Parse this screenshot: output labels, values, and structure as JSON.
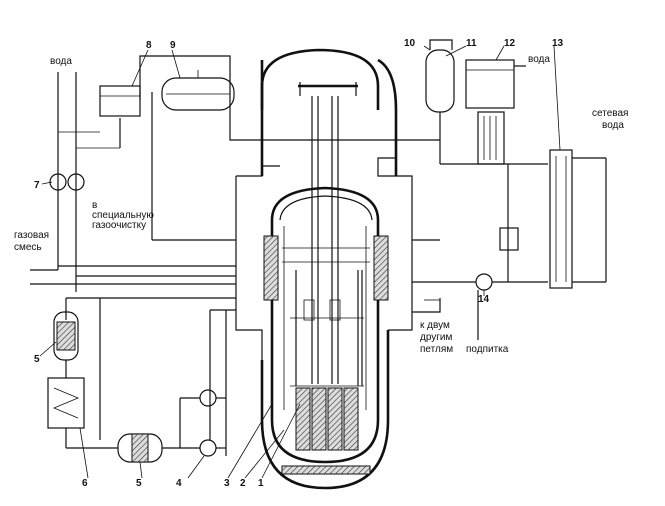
{
  "labels": {
    "voda_left": "вода",
    "voda_right": "вода",
    "network_water_1": "сетевая",
    "network_water_2": "вода",
    "gas_mix_1": "газовая",
    "gas_mix_2": "смесь",
    "special_1": "в",
    "special_2": "специальную",
    "special_3": "газоочистку",
    "loops_1": "к двум",
    "loops_2": "другим",
    "loops_3": "петлям",
    "makeup": "подпитка"
  },
  "numbers": {
    "n1": "1",
    "n2": "2",
    "n3": "3",
    "n4": "4",
    "n5a": "5",
    "n5b": "5",
    "n6": "6",
    "n7": "7",
    "n8": "8",
    "n9": "9",
    "n10": "10",
    "n11": "11",
    "n12": "12",
    "n13": "13",
    "n14": "14"
  }
}
